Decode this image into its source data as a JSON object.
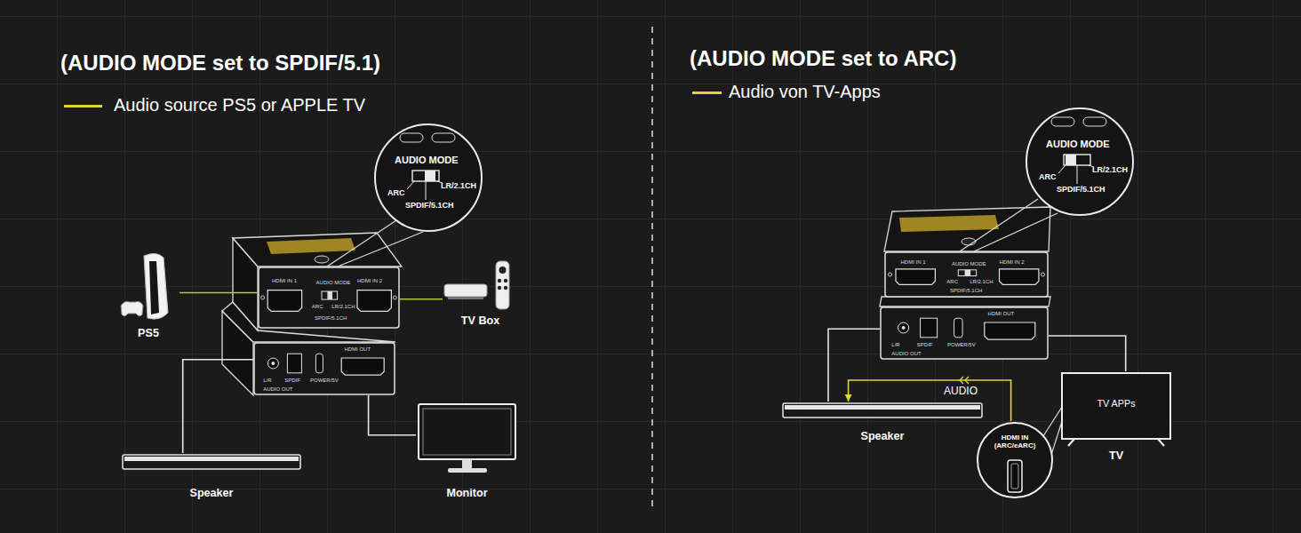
{
  "diagram": {
    "nodes": [
      {
        "text": [
          "AUDIO MODE",
          "ARC",
          "LR/2.1CH",
          "SPDIF/5.1CH"
        ]
      },
      {
        "text": [
          "PS5"
        ]
      },
      {
        "text": [
          "HDMI IN 1",
          "AUDIO MODE",
          "HDMI IN 2",
          "ARC",
          "LR/2.1CH",
          "SPDIF/5.1CH"
        ]
      },
      {
        "text": [
          "TV Box"
        ]
      },
      {
        "text": [
          "L/R",
          "SPDIF",
          "POWER/5V",
          "HDMI OUT",
          "AUDIO OUT"
        ]
      },
      {
        "text": [
          "Speaker"
        ]
      },
      {
        "text": [
          "Monitor"
        ]
      },
      {
        "text": [
          "AUDIO MODE",
          "ARC",
          "LR/2.1CH",
          "SPDIF/5.1CH"
        ]
      },
      {
        "text": [
          "HDMI IN 1",
          "AUDIO MODE",
          "HDMI IN 2",
          "ARC",
          "LR/2.1CH",
          "SPDIF/5.1CH"
        ]
      },
      {
        "text": [
          "L/R",
          "SPDIF",
          "POWER/5V",
          "HDMI OUT",
          "AUDIO OUT"
        ]
      },
      {
        "text": [
          "Speaker"
        ]
      },
      {
        "text": [
          "HDMI IN (ARC/eARC)"
        ]
      },
      {
        "text": [
          "TV APPs",
          "TV"
        ]
      }
    ],
    "edges": [
      {
        "from": 1,
        "to": 2,
        "arrow": "none"
      },
      {
        "from": 3,
        "to": 2,
        "arrow": "none"
      },
      {
        "from": 4,
        "to": 5,
        "arrow": "none"
      },
      {
        "from": 4,
        "to": 6,
        "arrow": "none"
      },
      {
        "from": 9,
        "to": 10,
        "arrow": "none"
      },
      {
        "from": 9,
        "to": 12,
        "arrow": "none"
      },
      {
        "from": 11,
        "to": 10,
        "label": "AUDIO",
        "arrow": "to"
      }
    ],
    "labels": [
      "(AUDIO MODE set to SPDIF/5.1)",
      "(AUDIO MODE set to ARC)"
    ],
    "legend": [
      {
        "text": "Audio source PS5 or APPLE TV",
        "color": "#e3d23b"
      },
      {
        "text": "Audio von TV-Apps",
        "color": "#e3d23b"
      }
    ]
  }
}
